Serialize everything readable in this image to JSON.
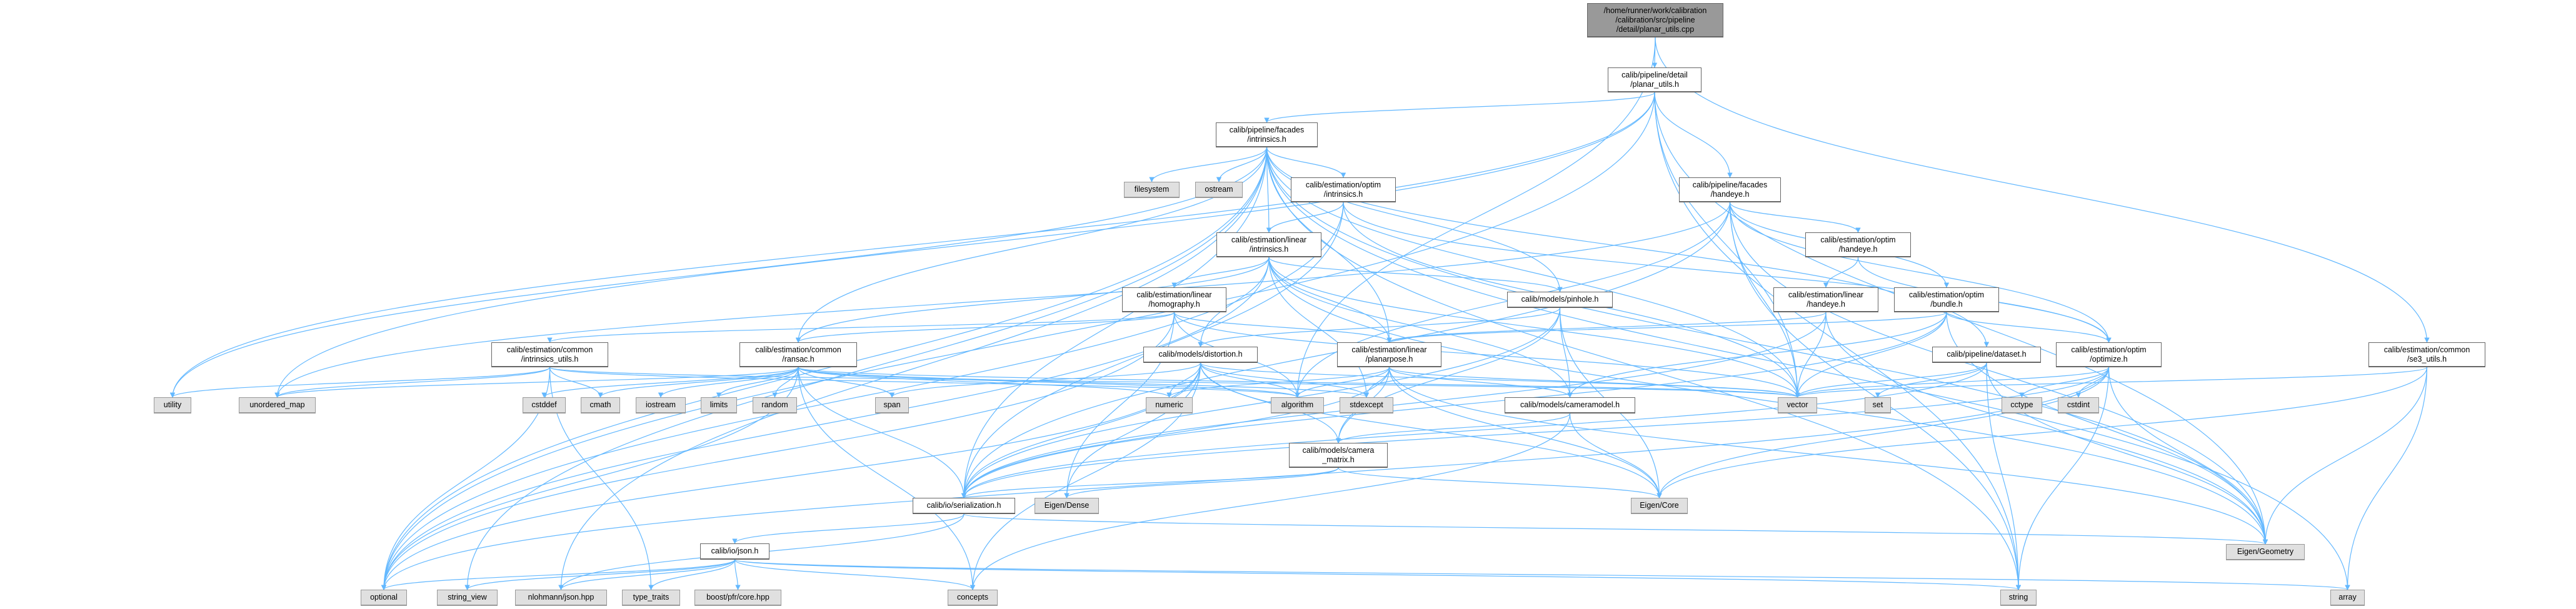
{
  "graph": {
    "edge_color": "#63b8ff",
    "nodes": [
      {
        "id": "root",
        "label": "/home/runner/work/calibration\n/calibration/src/pipeline\n/detail/planar_utils.cpp",
        "kind": "root"
      },
      {
        "id": "planar_utils_h",
        "label": "calib/pipeline/detail\n/planar_utils.h",
        "kind": "header"
      },
      {
        "id": "facades_intrinsics",
        "label": "calib/pipeline/facades\n/intrinsics.h",
        "kind": "header"
      },
      {
        "id": "facades_handeye",
        "label": "calib/pipeline/facades\n/handeye.h",
        "kind": "header"
      },
      {
        "id": "filesystem",
        "label": "filesystem",
        "kind": "system"
      },
      {
        "id": "ostream",
        "label": "ostream",
        "kind": "system"
      },
      {
        "id": "optim_intrinsics",
        "label": "calib/estimation/optim\n/intrinsics.h",
        "kind": "header"
      },
      {
        "id": "optim_handeye",
        "label": "calib/estimation/optim\n/handeye.h",
        "kind": "header"
      },
      {
        "id": "linear_intrinsics",
        "label": "calib/estimation/linear\n/intrinsics.h",
        "kind": "header"
      },
      {
        "id": "linear_handeye",
        "label": "calib/estimation/linear\n/handeye.h",
        "kind": "header"
      },
      {
        "id": "optim_bundle",
        "label": "calib/estimation/optim\n/bundle.h",
        "kind": "header"
      },
      {
        "id": "homography",
        "label": "calib/estimation/linear\n/homography.h",
        "kind": "header"
      },
      {
        "id": "pinhole",
        "label": "calib/models/pinhole.h",
        "kind": "header"
      },
      {
        "id": "intrinsics_utils",
        "label": "calib/estimation/common\n/intrinsics_utils.h",
        "kind": "header"
      },
      {
        "id": "ransac",
        "label": "calib/estimation/common\n/ransac.h",
        "kind": "header"
      },
      {
        "id": "distortion",
        "label": "calib/models/distortion.h",
        "kind": "header"
      },
      {
        "id": "planarpose",
        "label": "calib/estimation/linear\n/planarpose.h",
        "kind": "header"
      },
      {
        "id": "dataset",
        "label": "calib/pipeline/dataset.h",
        "kind": "header"
      },
      {
        "id": "optimize",
        "label": "calib/estimation/optim\n/optimize.h",
        "kind": "header"
      },
      {
        "id": "se3_utils",
        "label": "calib/estimation/common\n/se3_utils.h",
        "kind": "header"
      },
      {
        "id": "utility",
        "label": "utility",
        "kind": "system"
      },
      {
        "id": "unordered_map",
        "label": "unordered_map",
        "kind": "system"
      },
      {
        "id": "cstddef",
        "label": "cstddef",
        "kind": "system"
      },
      {
        "id": "cmath",
        "label": "cmath",
        "kind": "system"
      },
      {
        "id": "iostream",
        "label": "iostream",
        "kind": "system"
      },
      {
        "id": "limits",
        "label": "limits",
        "kind": "system"
      },
      {
        "id": "random",
        "label": "random",
        "kind": "system"
      },
      {
        "id": "span",
        "label": "span",
        "kind": "system"
      },
      {
        "id": "numeric",
        "label": "numeric",
        "kind": "system"
      },
      {
        "id": "algorithm",
        "label": "algorithm",
        "kind": "system"
      },
      {
        "id": "stdexcept",
        "label": "stdexcept",
        "kind": "system"
      },
      {
        "id": "cameramodel",
        "label": "calib/models/cameramodel.h",
        "kind": "header"
      },
      {
        "id": "vector",
        "label": "vector",
        "kind": "system"
      },
      {
        "id": "set",
        "label": "set",
        "kind": "system"
      },
      {
        "id": "cctype",
        "label": "cctype",
        "kind": "system"
      },
      {
        "id": "cstdint",
        "label": "cstdint",
        "kind": "system"
      },
      {
        "id": "camera_matrix",
        "label": "calib/models/camera\n_matrix.h",
        "kind": "header"
      },
      {
        "id": "serialization",
        "label": "calib/io/serialization.h",
        "kind": "header"
      },
      {
        "id": "eigen_dense",
        "label": "Eigen/Dense",
        "kind": "system"
      },
      {
        "id": "eigen_core",
        "label": "Eigen/Core",
        "kind": "system"
      },
      {
        "id": "json_h",
        "label": "calib/io/json.h",
        "kind": "header"
      },
      {
        "id": "eigen_geometry",
        "label": "Eigen/Geometry",
        "kind": "system"
      },
      {
        "id": "optional",
        "label": "optional",
        "kind": "system"
      },
      {
        "id": "string_view",
        "label": "string_view",
        "kind": "system"
      },
      {
        "id": "nlohmann",
        "label": "nlohmann/json.hpp",
        "kind": "system"
      },
      {
        "id": "type_traits",
        "label": "type_traits",
        "kind": "system"
      },
      {
        "id": "boost_pfr",
        "label": "boost/pfr/core.hpp",
        "kind": "system"
      },
      {
        "id": "concepts",
        "label": "concepts",
        "kind": "system"
      },
      {
        "id": "string",
        "label": "string",
        "kind": "system"
      },
      {
        "id": "array",
        "label": "array",
        "kind": "system"
      }
    ],
    "edges": [
      [
        "root",
        "planar_utils_h"
      ],
      [
        "root",
        "se3_utils"
      ],
      [
        "root",
        "algorithm"
      ],
      [
        "planar_utils_h",
        "facades_intrinsics"
      ],
      [
        "planar_utils_h",
        "facades_handeye"
      ],
      [
        "planar_utils_h",
        "optional"
      ],
      [
        "planar_utils_h",
        "unordered_map"
      ],
      [
        "planar_utils_h",
        "utility"
      ],
      [
        "planar_utils_h",
        "eigen_geometry"
      ],
      [
        "planar_utils_h",
        "vector"
      ],
      [
        "planar_utils_h",
        "string"
      ],
      [
        "facades_intrinsics",
        "filesystem"
      ],
      [
        "facades_intrinsics",
        "ostream"
      ],
      [
        "facades_intrinsics",
        "optim_intrinsics"
      ],
      [
        "facades_intrinsics",
        "linear_intrinsics"
      ],
      [
        "facades_intrinsics",
        "pinhole"
      ],
      [
        "facades_intrinsics",
        "ransac"
      ],
      [
        "facades_intrinsics",
        "planarpose"
      ],
      [
        "facades_intrinsics",
        "serialization"
      ],
      [
        "facades_intrinsics",
        "dataset"
      ],
      [
        "facades_intrinsics",
        "vector"
      ],
      [
        "facades_intrinsics",
        "string"
      ],
      [
        "facades_intrinsics",
        "array"
      ],
      [
        "facades_intrinsics",
        "optional"
      ],
      [
        "facades_intrinsics",
        "nlohmann"
      ],
      [
        "facades_intrinsics",
        "utility"
      ],
      [
        "facades_intrinsics",
        "eigen_geometry"
      ],
      [
        "facades_intrinsics",
        "string_view"
      ],
      [
        "facades_handeye",
        "optim_handeye"
      ],
      [
        "facades_handeye",
        "optim_bundle"
      ],
      [
        "facades_handeye",
        "optimize"
      ],
      [
        "facades_handeye",
        "vector"
      ],
      [
        "facades_handeye",
        "string"
      ],
      [
        "facades_handeye",
        "eigen_geometry"
      ],
      [
        "facades_handeye",
        "serialization"
      ],
      [
        "facades_handeye",
        "unordered_map"
      ],
      [
        "facades_handeye",
        "algorithm"
      ],
      [
        "optim_intrinsics",
        "linear_intrinsics"
      ],
      [
        "optim_intrinsics",
        "optimize"
      ],
      [
        "optim_intrinsics",
        "vector"
      ],
      [
        "optim_intrinsics",
        "optional"
      ],
      [
        "optim_intrinsics",
        "serialization"
      ],
      [
        "optim_handeye",
        "linear_handeye"
      ],
      [
        "optim_handeye",
        "optimize"
      ],
      [
        "linear_handeye",
        "vector"
      ],
      [
        "linear_handeye",
        "planarpose"
      ],
      [
        "linear_handeye",
        "serialization"
      ],
      [
        "linear_handeye",
        "eigen_geometry"
      ],
      [
        "optim_bundle",
        "optimize"
      ],
      [
        "optim_bundle",
        "planarpose"
      ],
      [
        "optim_bundle",
        "cameramodel"
      ],
      [
        "optim_bundle",
        "vector"
      ],
      [
        "optim_bundle",
        "eigen_geometry"
      ],
      [
        "optim_bundle",
        "serialization"
      ],
      [
        "linear_intrinsics",
        "homography"
      ],
      [
        "linear_intrinsics",
        "distortion"
      ],
      [
        "linear_intrinsics",
        "planarpose"
      ],
      [
        "linear_intrinsics",
        "pinhole"
      ],
      [
        "linear_intrinsics",
        "ransac"
      ],
      [
        "linear_intrinsics",
        "cameramodel"
      ],
      [
        "linear_intrinsics",
        "optional"
      ],
      [
        "linear_intrinsics",
        "vector"
      ],
      [
        "linear_intrinsics",
        "eigen_geometry"
      ],
      [
        "linear_intrinsics",
        "stdexcept"
      ],
      [
        "homography",
        "planarpose"
      ],
      [
        "homography",
        "ransac"
      ],
      [
        "homography",
        "intrinsics_utils"
      ],
      [
        "homography",
        "optional"
      ],
      [
        "homography",
        "vector"
      ],
      [
        "homography",
        "eigen_dense"
      ],
      [
        "homography",
        "algorithm"
      ],
      [
        "pinhole",
        "distortion"
      ],
      [
        "pinhole",
        "cameramodel"
      ],
      [
        "pinhole",
        "camera_matrix"
      ],
      [
        "pinhole",
        "eigen_core"
      ],
      [
        "pinhole",
        "serialization"
      ],
      [
        "distortion",
        "span"
      ],
      [
        "distortion",
        "numeric"
      ],
      [
        "distortion",
        "algorithm"
      ],
      [
        "distortion",
        "stdexcept"
      ],
      [
        "distortion",
        "camera_matrix"
      ],
      [
        "distortion",
        "eigen_dense"
      ],
      [
        "distortion",
        "eigen_core"
      ],
      [
        "distortion",
        "serialization"
      ],
      [
        "distortion",
        "concepts"
      ],
      [
        "distortion",
        "optional"
      ],
      [
        "distortion",
        "vector"
      ],
      [
        "planarpose",
        "algorithm"
      ],
      [
        "planarpose",
        "stdexcept"
      ],
      [
        "planarpose",
        "cameramodel"
      ],
      [
        "planarpose",
        "camera_matrix"
      ],
      [
        "planarpose",
        "eigen_core"
      ],
      [
        "planarpose",
        "eigen_geometry"
      ],
      [
        "planarpose",
        "vector"
      ],
      [
        "planarpose",
        "numeric"
      ],
      [
        "planarpose",
        "serialization"
      ],
      [
        "intrinsics_utils",
        "utility"
      ],
      [
        "intrinsics_utils",
        "cmath"
      ],
      [
        "intrinsics_utils",
        "unordered_map"
      ],
      [
        "intrinsics_utils",
        "optional"
      ],
      [
        "intrinsics_utils",
        "type_traits"
      ],
      [
        "intrinsics_utils",
        "vector"
      ],
      [
        "intrinsics_utils",
        "algorithm"
      ],
      [
        "ransac",
        "cstddef"
      ],
      [
        "ransac",
        "cmath"
      ],
      [
        "ransac",
        "iostream"
      ],
      [
        "ransac",
        "limits"
      ],
      [
        "ransac",
        "random"
      ],
      [
        "ransac",
        "span"
      ],
      [
        "ransac",
        "numeric"
      ],
      [
        "ransac",
        "algorithm"
      ],
      [
        "ransac",
        "stdexcept"
      ],
      [
        "ransac",
        "optional"
      ],
      [
        "ransac",
        "vector"
      ],
      [
        "ransac",
        "serialization"
      ],
      [
        "ransac",
        "concepts"
      ],
      [
        "ransac",
        "unordered_map"
      ],
      [
        "cameramodel",
        "camera_matrix"
      ],
      [
        "cameramodel",
        "eigen_core"
      ],
      [
        "cameramodel",
        "concepts"
      ],
      [
        "camera_matrix",
        "serialization"
      ],
      [
        "camera_matrix",
        "eigen_dense"
      ],
      [
        "camera_matrix",
        "eigen_core"
      ],
      [
        "serialization",
        "json_h"
      ],
      [
        "serialization",
        "eigen_geometry"
      ],
      [
        "serialization",
        "nlohmann"
      ],
      [
        "json_h",
        "optional"
      ],
      [
        "json_h",
        "string_view"
      ],
      [
        "json_h",
        "nlohmann"
      ],
      [
        "json_h",
        "type_traits"
      ],
      [
        "json_h",
        "boost_pfr"
      ],
      [
        "json_h",
        "concepts"
      ],
      [
        "json_h",
        "string"
      ],
      [
        "json_h",
        "array"
      ],
      [
        "dataset",
        "vector"
      ],
      [
        "dataset",
        "set"
      ],
      [
        "dataset",
        "string"
      ],
      [
        "dataset",
        "serialization"
      ],
      [
        "dataset",
        "eigen_geometry"
      ],
      [
        "optimize",
        "vector"
      ],
      [
        "optimize",
        "cctype"
      ],
      [
        "optimize",
        "cstdint"
      ],
      [
        "optimize",
        "string"
      ],
      [
        "optimize",
        "eigen_core"
      ],
      [
        "optimize",
        "serialization"
      ],
      [
        "optimize",
        "optional"
      ],
      [
        "optimize",
        "eigen_geometry"
      ],
      [
        "se3_utils",
        "eigen_geometry"
      ],
      [
        "se3_utils",
        "array"
      ],
      [
        "se3_utils",
        "vector"
      ],
      [
        "se3_utils",
        "eigen_core"
      ]
    ]
  }
}
